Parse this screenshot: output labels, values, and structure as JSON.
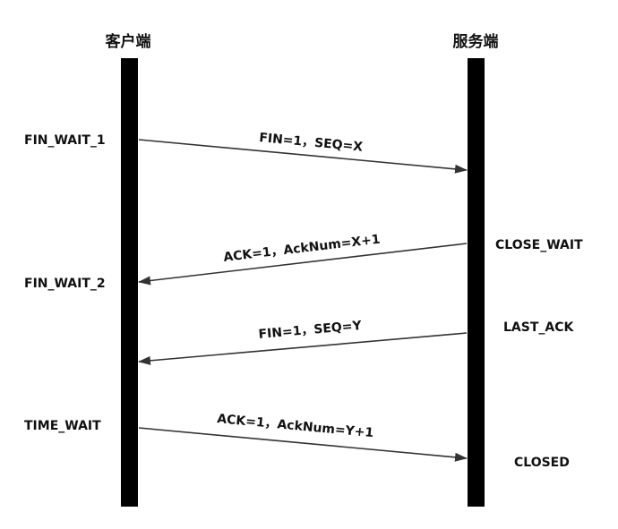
{
  "client_label": "客户端",
  "server_label": "服务端",
  "client_states": {
    "s1": "FIN_WAIT_1",
    "s2": "FIN_WAIT_2",
    "s3": "TIME_WAIT"
  },
  "server_states": {
    "s1": "CLOSE_WAIT",
    "s2": "LAST_ACK",
    "s3": "CLOSED"
  },
  "messages": {
    "m1": "FIN=1，SEQ=X",
    "m2": "ACK=1，AckNum=X+1",
    "m3": "FIN=1，SEQ=Y",
    "m4": "ACK=1，AckNum=Y+1"
  },
  "colors": {
    "lifeline": "#000000",
    "arrow": "#333333",
    "text": "#111111"
  }
}
